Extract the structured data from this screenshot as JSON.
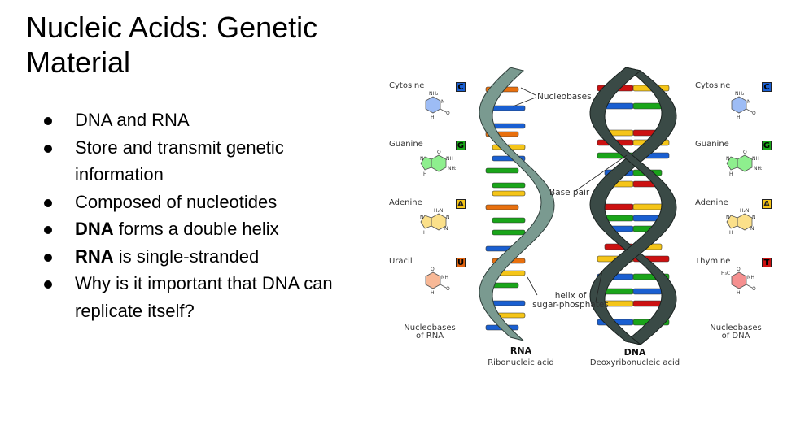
{
  "slide": {
    "title": "Nucleic Acids: Genetic Material",
    "bullets": [
      {
        "bold": "",
        "text": "DNA and RNA"
      },
      {
        "bold": "",
        "text": "Store and transmit genetic information"
      },
      {
        "bold": "",
        "text": "Composed of nucleotides"
      },
      {
        "bold": "DNA",
        "text": " forms a double helix"
      },
      {
        "bold": "RNA",
        "text": " is single-stranded"
      },
      {
        "bold": "",
        "text": "Why is it important that DNA can replicate itself?"
      }
    ]
  },
  "diagram": {
    "rna_bases": [
      {
        "name": "Cytosine",
        "letter": "C",
        "color": "#1a5fd1",
        "fill": "#9dbcf5"
      },
      {
        "name": "Guanine",
        "letter": "G",
        "color": "#1aa51a",
        "fill": "#8eef8e"
      },
      {
        "name": "Adenine",
        "letter": "A",
        "color": "#f5c518",
        "fill": "#fbe08a"
      },
      {
        "name": "Uracil",
        "letter": "U",
        "color": "#e0620e",
        "fill": "#f8b896"
      }
    ],
    "dna_bases": [
      {
        "name": "Cytosine",
        "letter": "C",
        "color": "#1a5fd1",
        "fill": "#9dbcf5"
      },
      {
        "name": "Guanine",
        "letter": "G",
        "color": "#1aa51a",
        "fill": "#8eef8e"
      },
      {
        "name": "Adenine",
        "letter": "A",
        "color": "#f5c518",
        "fill": "#fbe08a"
      },
      {
        "name": "Thymine",
        "letter": "T",
        "color": "#cc1111",
        "fill": "#f59090"
      }
    ],
    "rna_caption": "Nucleobases of RNA",
    "dna_caption": "Nucleobases of DNA",
    "label_nucleobases": "Nucleobases",
    "label_base_pair": "Base pair",
    "label_helix_line1": "helix of",
    "label_helix_line2": "sugar-phosphates",
    "rna_title": "RNA",
    "rna_subtitle": "Ribonucleic acid",
    "dna_title": "DNA",
    "dna_subtitle": "Deoxyribonucleic acid",
    "colors": {
      "rna_backbone": "#7a9a90",
      "dna_backbone": "#3a4a46",
      "cytosine": "#1a5fd1",
      "guanine": "#1aa51a",
      "adenine": "#f5c518",
      "uracil": "#e8700e",
      "thymine": "#cc1111"
    }
  }
}
